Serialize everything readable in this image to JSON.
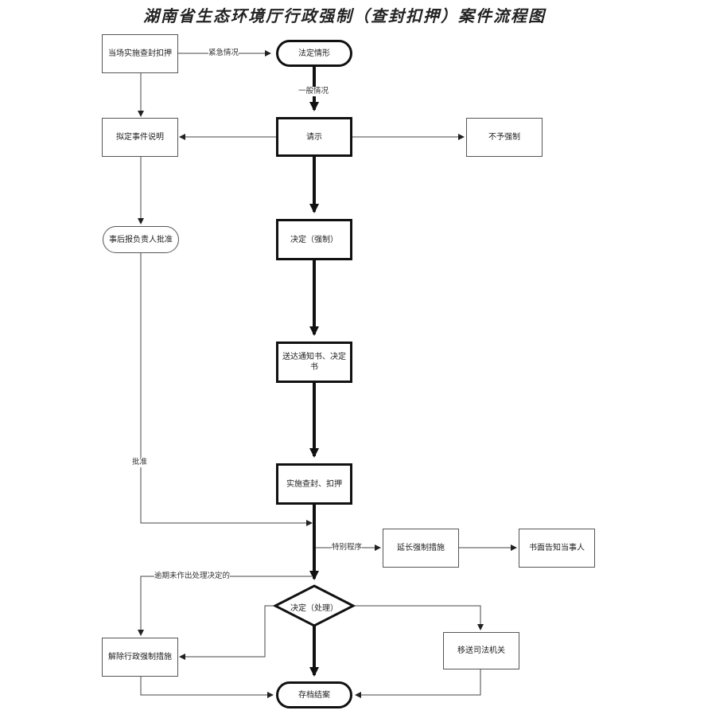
{
  "title": "湖南省生态环境厅行政强制（查封扣押）案件流程图",
  "nodes": {
    "on_site_seal": "当场实施查封扣押",
    "legal_situation": "法定情形",
    "draft_explanation": "拟定事件说明",
    "request": "请示",
    "no_enforcement": "不予强制",
    "post_approval": "事后报负责人批准",
    "decision_enforce": "决定（强制）",
    "deliver_notice": "送达通知书、决定书",
    "execute_seal": "实施查封、扣押",
    "extend_measures": "延长强制措施",
    "written_notice": "书面告知当事人",
    "decision_handle": "决定（处理）",
    "lift_measures": "解除行政强制措施",
    "transfer_judicial": "移送司法机关",
    "archive_close": "存档结案"
  },
  "edge_labels": {
    "emergency": "紧急情况",
    "general": "一般情况",
    "approval": "批准",
    "special_procedure": "特别程序",
    "overdue": "逾期未作出处理决定的"
  }
}
